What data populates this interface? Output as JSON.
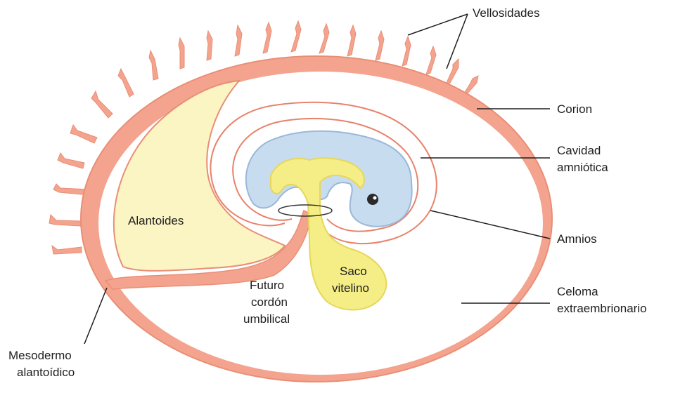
{
  "labels": {
    "vellosidades": "Vellosidades",
    "corion": "Corion",
    "cavidad_line1": "Cavidad",
    "cavidad_line2": "amniótica",
    "amnios": "Amnios",
    "celoma_line1": "Celoma",
    "celoma_line2": "extraembrionario",
    "mesodermo_line1": "Mesodermo",
    "mesodermo_line2": "alantoídico",
    "alantoides": "Alantoides",
    "saco_line1": "Saco",
    "saco_line2": "vitelino",
    "futuro_line1": "Futuro",
    "futuro_line2": "cordón",
    "futuro_line3": "umbilical"
  },
  "colors": {
    "chorion": "#f4a48e",
    "chorion_edge": "#e98e76",
    "amnion_line": "#e8826a",
    "allantois": "#fbf5c4",
    "yolk_sac": "#f5ed86",
    "yolk_edge": "#e6d75a",
    "embryo": "#c8dcef",
    "embryo_edge": "#9ab8d8",
    "leader_line": "#1e1e1e",
    "text": "#1e1e1e"
  }
}
